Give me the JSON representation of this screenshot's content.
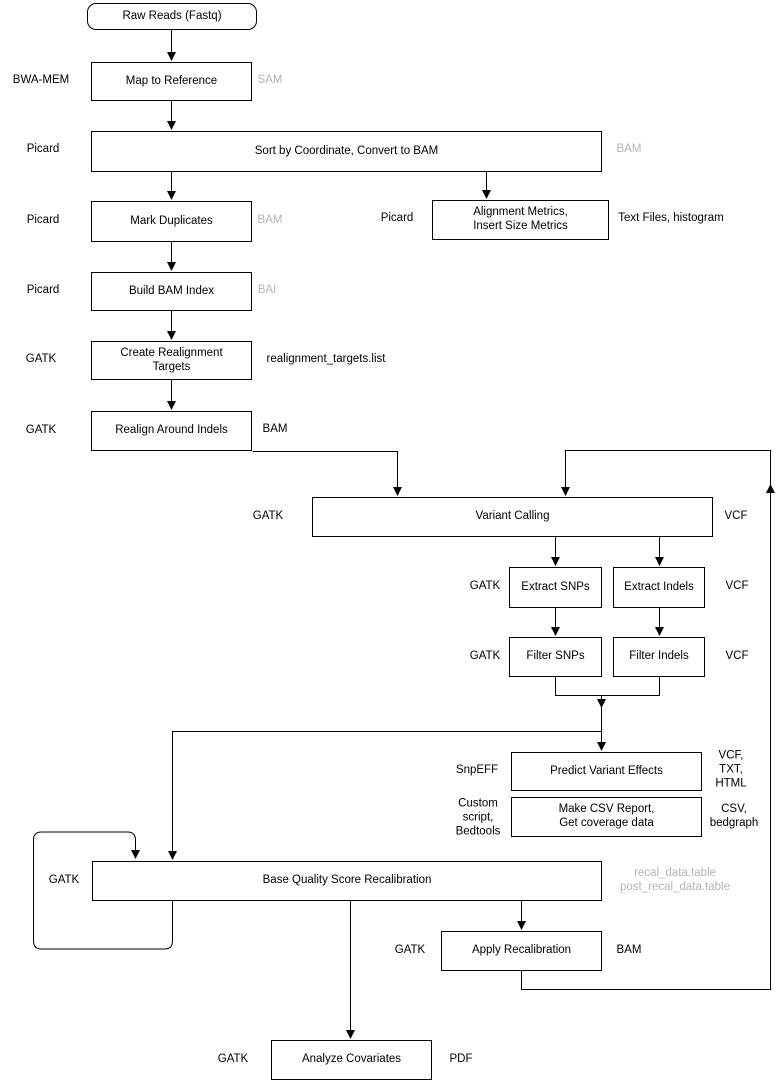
{
  "colors": {
    "line": "#000000",
    "text": "#000000",
    "muted_output_label": "#b4b4b4",
    "box_background": "#ffffff"
  },
  "nodes": {
    "raw_reads": {
      "label": "Raw Reads (Fastq)"
    },
    "map_to_reference": {
      "label": "Map to Reference",
      "tool": "BWA-MEM",
      "output": "SAM"
    },
    "sort_convert": {
      "label": "Sort by Coordinate, Convert to BAM",
      "tool": "Picard",
      "output": "BAM"
    },
    "alignment_metrics": {
      "label": "Alignment Metrics,\nInsert Size Metrics",
      "tool": "Picard",
      "output": "Text Files, histogram"
    },
    "mark_duplicates": {
      "label": "Mark Duplicates",
      "tool": "Picard",
      "output": "BAM"
    },
    "build_bam_index": {
      "label": "Build BAM Index",
      "tool": "Picard",
      "output": "BAI"
    },
    "create_realignment_targets": {
      "label": "Create Realignment\nTargets",
      "tool": "GATK",
      "output": "realignment_targets.list"
    },
    "realign_around_indels": {
      "label": "Realign Around Indels",
      "tool": "GATK",
      "output": "BAM"
    },
    "variant_calling": {
      "label": "Variant Calling",
      "tool": "GATK",
      "output": "VCF"
    },
    "extract_snps": {
      "label": "Extract SNPs",
      "tool": "GATK"
    },
    "extract_indels": {
      "label": "Extract Indels",
      "output": "VCF"
    },
    "filter_snps": {
      "label": "Filter SNPs",
      "tool": "GATK"
    },
    "filter_indels": {
      "label": "Filter Indels",
      "output": "VCF"
    },
    "predict_variant_effects": {
      "label": "Predict Variant Effects",
      "tool": "SnpEFF",
      "output": "VCF, TXT,\nHTML"
    },
    "make_csv_report": {
      "label": "Make CSV Report,\nGet coverage data",
      "tool": "Custom\nscript,\nBedtools",
      "output": "CSV,\nbedgraph"
    },
    "base_quality_score_recalibration": {
      "label": "Base Quality Score Recalibration",
      "tool": "GATK",
      "output": "recal_data.table\npost_recal_data.table"
    },
    "apply_recalibration": {
      "label": "Apply Recalibration",
      "tool": "GATK",
      "output": "BAM"
    },
    "analyze_covariates": {
      "label": "Analyze Covariates",
      "tool": "GATK",
      "output": "PDF"
    }
  }
}
